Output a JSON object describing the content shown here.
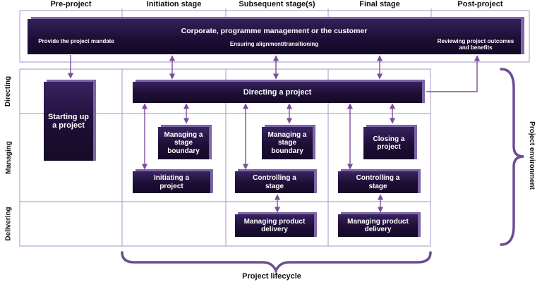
{
  "stages": [
    "Pre-project",
    "Initiation stage",
    "Subsequent stage(s)",
    "Final stage",
    "Post-project"
  ],
  "lanes": [
    "Directing",
    "Managing",
    "Delivering"
  ],
  "corporate": {
    "title": "Corporate, programme management or the customer",
    "subtitle": "Ensuring alignment/transitioning",
    "left_note": "Provide the project mandate",
    "right_note": "Reviewing project outcomes and benefits"
  },
  "processes": {
    "directing": "Directing a project",
    "starting_up": "Starting up a project",
    "initiating": "Initiating a project",
    "managing_boundary_1": "Managing a stage boundary",
    "managing_boundary_2": "Managing a stage boundary",
    "closing": "Closing a project",
    "controlling_1": "Controlling a stage",
    "controlling_2": "Controlling a stage",
    "delivery_1": "Managing product delivery",
    "delivery_2": "Managing product delivery"
  },
  "project_environment": "Project environment",
  "project_lifecycle": "Project lifecycle",
  "colors": {
    "box_dark": "#1d0e35",
    "box_edge": "#7e66a6",
    "grid_line": "#b8a6d0",
    "arrow": "#7b4e9b",
    "brace": "#6c4c94"
  }
}
